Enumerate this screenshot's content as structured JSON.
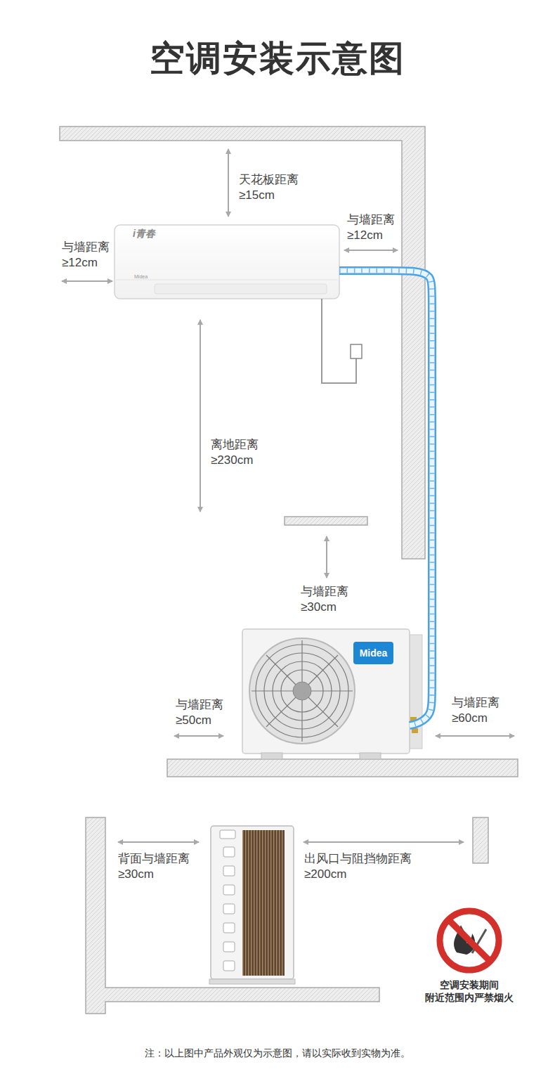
{
  "diagram": {
    "title": "空调安装示意图",
    "caption": "注：以上图中产品外观仅为示意图，请以实际收到实物为准。",
    "nodes": [
      {
        "text": [
          "i青春",
          "Midea"
        ]
      },
      {
        "text": [
          "Midea"
        ]
      }
    ],
    "edges": [
      {
        "from": 0,
        "to": 1,
        "arrow": "none"
      }
    ],
    "labels": [
      "天花板距离 ≥15cm",
      "与墙距离 ≥12cm",
      "与墙距离 ≥12cm",
      "离地距离 ≥230cm",
      "与墙距离 ≥30cm",
      "与墙距离 ≥50cm",
      "与墙距离 ≥60cm",
      "背面与墙距离 ≥30cm",
      "出风口与阻挡物距离 ≥200cm",
      "空调安装期间 附近范围内严禁烟火"
    ]
  }
}
